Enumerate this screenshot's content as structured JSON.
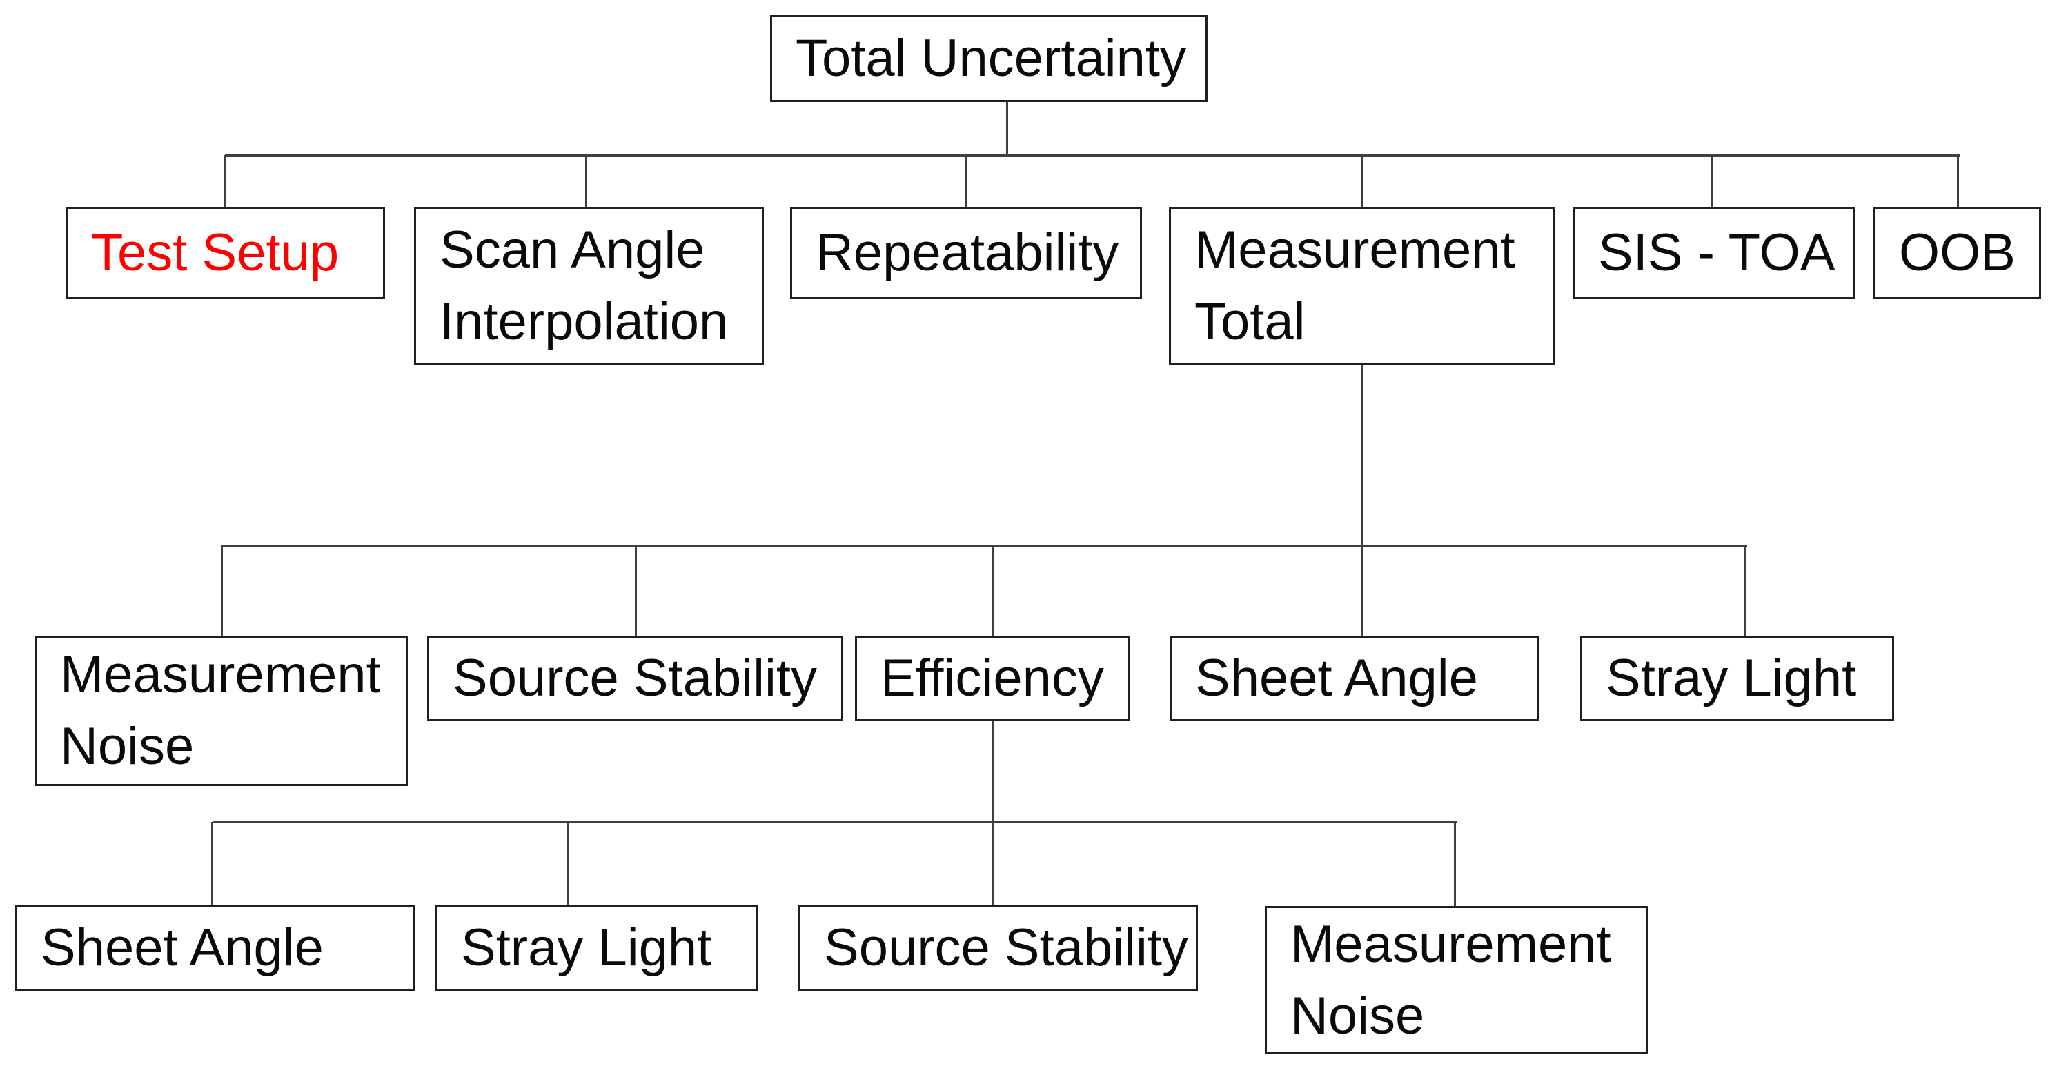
{
  "diagram": {
    "type": "tree",
    "title": "Total Uncertainty breakdown tree",
    "colors": {
      "background": "#ffffff",
      "box_border": "#1f1f1f",
      "line": "#404040",
      "text": "#0a0a0a",
      "highlight_text": "#fe0000"
    },
    "nodes": {
      "total_uncertainty": {
        "label": "Total Uncertainty",
        "level": 1,
        "text_color": "black"
      },
      "test_setup": {
        "label": "Test Setup",
        "level": 2,
        "text_color": "red"
      },
      "scan_angle_interpolation": {
        "label": "Scan Angle\nInterpolation",
        "level": 2,
        "text_color": "black"
      },
      "repeatability": {
        "label": "Repeatability",
        "level": 2,
        "text_color": "black"
      },
      "measurement_total": {
        "label": "Measurement\nTotal",
        "level": 2,
        "text_color": "black"
      },
      "sis_toa": {
        "label": "SIS - TOA",
        "level": 2,
        "text_color": "black"
      },
      "oob": {
        "label": "OOB",
        "level": 2,
        "text_color": "black"
      },
      "measurement_noise_1": {
        "label": "Measurement\nNoise",
        "level": 3,
        "text_color": "black"
      },
      "source_stability_1": {
        "label": "Source Stability",
        "level": 3,
        "text_color": "black"
      },
      "efficiency": {
        "label": "Efficiency",
        "level": 3,
        "text_color": "black"
      },
      "sheet_angle_1": {
        "label": "Sheet Angle",
        "level": 3,
        "text_color": "black"
      },
      "stray_light_1": {
        "label": "Stray Light",
        "level": 3,
        "text_color": "black"
      },
      "sheet_angle_2": {
        "label": "Sheet Angle",
        "level": 4,
        "text_color": "black"
      },
      "stray_light_2": {
        "label": "Stray Light",
        "level": 4,
        "text_color": "black"
      },
      "source_stability_2": {
        "label": "Source Stability",
        "level": 4,
        "text_color": "black"
      },
      "measurement_noise_2": {
        "label": "Measurement\nNoise",
        "level": 4,
        "text_color": "black"
      }
    },
    "edges": [
      {
        "parent": "total_uncertainty",
        "child": "test_setup"
      },
      {
        "parent": "total_uncertainty",
        "child": "scan_angle_interpolation"
      },
      {
        "parent": "total_uncertainty",
        "child": "repeatability"
      },
      {
        "parent": "total_uncertainty",
        "child": "measurement_total"
      },
      {
        "parent": "total_uncertainty",
        "child": "sis_toa"
      },
      {
        "parent": "total_uncertainty",
        "child": "oob"
      },
      {
        "parent": "measurement_total",
        "child": "measurement_noise_1"
      },
      {
        "parent": "measurement_total",
        "child": "source_stability_1"
      },
      {
        "parent": "measurement_total",
        "child": "efficiency"
      },
      {
        "parent": "measurement_total",
        "child": "sheet_angle_1"
      },
      {
        "parent": "measurement_total",
        "child": "stray_light_1"
      },
      {
        "parent": "efficiency",
        "child": "sheet_angle_2"
      },
      {
        "parent": "efficiency",
        "child": "stray_light_2"
      },
      {
        "parent": "efficiency",
        "child": "source_stability_2"
      },
      {
        "parent": "efficiency",
        "child": "measurement_noise_2"
      }
    ]
  }
}
